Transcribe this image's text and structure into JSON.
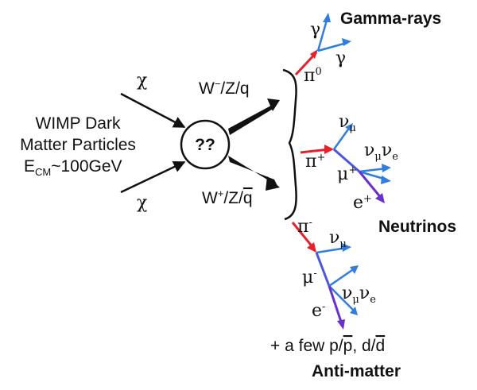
{
  "colors": {
    "pion": "#e8202a",
    "neutrino": "#2f7de0",
    "muon": "#4b55e0",
    "electron": "#6a2fd0",
    "photon": "#2f7de0"
  },
  "incoming": {
    "chi_top": "χ",
    "chi_bottom": "χ",
    "wimp_line1": "WIMP Dark",
    "wimp_line2": "Matter Particles",
    "ecm_E": "E",
    "ecm_sub": "CM",
    "ecm_rest": "~100GeV"
  },
  "vertex": {
    "label": "??"
  },
  "products": {
    "top_W": "W",
    "top_W_sup": "−",
    "top_rest": "/Z/q",
    "bottom_W": "W",
    "bottom_W_sup": "+",
    "bottom_rest": "/Z/",
    "bottom_qbar": "q"
  },
  "gamma_branch": {
    "gamma1": "γ",
    "gamma2": "γ",
    "pi0": "π",
    "pi0_sup": "0",
    "title": "Gamma-rays"
  },
  "neutrino_branch": {
    "nu": "ν",
    "nu_sub": "μ",
    "pi_plus": "π",
    "pi_plus_sup": "+",
    "nu2": "ν",
    "nu2_sub": "μ",
    "nu3": "ν",
    "nu3_sub": "e",
    "mu_plus": "μ",
    "mu_plus_sup": "+",
    "e_plus": "e",
    "e_plus_sup": "+",
    "title": "Neutrinos"
  },
  "antimatter_branch": {
    "pi_minus": "π",
    "pi_minus_sup": "-",
    "nu": "ν",
    "nu_sub": "μ",
    "mu_minus": "μ",
    "mu_minus_sup": "-",
    "nu2": "ν",
    "nu2_sub": "μ",
    "nu3": "ν",
    "nu3_sub": "e",
    "e_minus": "e",
    "e_minus_sup": "-",
    "footnote_pre": "+ a few p/",
    "footnote_pbar": "p",
    "footnote_mid": ", d/",
    "footnote_dbar": "d",
    "title": "Anti-matter"
  }
}
